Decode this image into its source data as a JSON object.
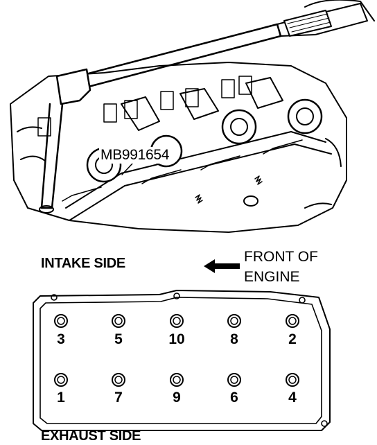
{
  "tool_label": "MB991654",
  "intake_label": "INTAKE SIDE",
  "exhaust_label": "EXHAUST SIDE",
  "front_label_line1": "FRONT OF",
  "front_label_line2": "ENGINE",
  "bolt_order_top": [
    "3",
    "5",
    "10",
    "8",
    "2"
  ],
  "bolt_order_bottom": [
    "1",
    "7",
    "9",
    "6",
    "4"
  ]
}
